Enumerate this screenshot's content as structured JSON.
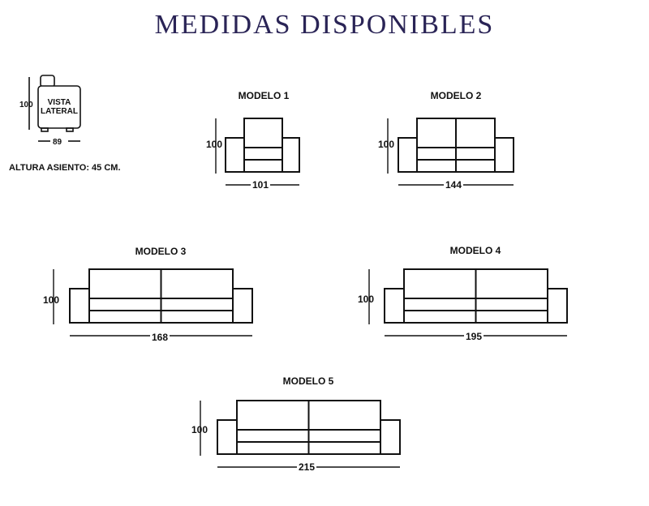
{
  "title": "MEDIDAS DISPONIBLES",
  "side_view": {
    "label_line1": "VISTA",
    "label_line2": "LATERAL",
    "height": "100",
    "depth": "89",
    "seat_height": "ALTURA ASIENTO: 45 CM."
  },
  "models": [
    {
      "name": "MODELO 1",
      "height": "100",
      "width": "101",
      "seats": 1
    },
    {
      "name": "MODELO 2",
      "height": "100",
      "width": "144",
      "seats": 2
    },
    {
      "name": "MODELO 3",
      "height": "100",
      "width": "168",
      "seats": 2
    },
    {
      "name": "MODELO 4",
      "height": "100",
      "width": "195",
      "seats": 2
    },
    {
      "name": "MODELO 5",
      "height": "100",
      "width": "215",
      "seats": 2
    }
  ],
  "colors": {
    "title": "#2a2456",
    "line": "#111111"
  }
}
